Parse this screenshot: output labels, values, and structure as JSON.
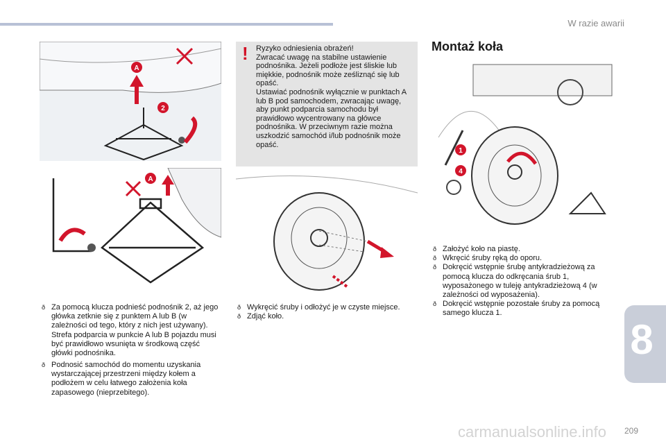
{
  "header": {
    "section": "W razie awarii"
  },
  "chapter": "8",
  "page_number": "209",
  "footer": "carmanualsonline.info",
  "warning": {
    "symbol": "!",
    "lines": [
      "Ryzyko odniesienia obrażeń!",
      "Zwracać uwagę na stabilne ustawienie podnośnika. Jeżeli podłoże jest śliskie lub miękkie, podnośnik może ześliznąć się lub opaść.",
      "Ustawiać podnośnik wyłącznie w punktach A lub B pod samochodem, zwracając uwagę, aby punkt podparcia samochodu był prawidłowo wycentrowany na główce podnośnika. W przeciwnym razie można uszkodzić samochód i/lub podnośnik może opaść."
    ]
  },
  "title": "Montaż koła",
  "fig_labels": {
    "a": "A",
    "two": "2",
    "one": "1",
    "four": "4"
  },
  "col1": {
    "p1": "Za pomocą klucza podnieść podnośnik 2, aż jego główka zetknie się z punktem A lub B (w zależności od tego, który z nich jest używany). Strefa podparcia w punkcie A lub B pojazdu musi być prawidłowo wsunięta w środkową część główki podnośnika.",
    "p2": "Podnosić samochód do momentu uzyskania wystarczającej przestrzeni między kołem a podłożem w celu łatwego założenia koła zapasowego (nieprzebitego)."
  },
  "col2": {
    "items": [
      "Wykręcić śruby i odłożyć je w czyste miejsce.",
      "Zdjąć koło."
    ]
  },
  "col3": {
    "items": [
      "Założyć koło na piastę.",
      "Wkręcić śruby ręką do oporu.",
      "Dokręcić wstępnie śrubę antykradzieżową za pomocą klucza do odkręcania śrub 1, wyposażonego w tuleję antykradzieżową 4 (w zależności od wyposażenia).",
      "Dokręcić wstępnie pozostałe śruby za pomocą samego klucza 1."
    ]
  },
  "colors": {
    "accent_red": "#d2152b",
    "warn_bg": "#e4e4e4",
    "bar": "#b8c1d6",
    "tab": "#c9ced9"
  }
}
